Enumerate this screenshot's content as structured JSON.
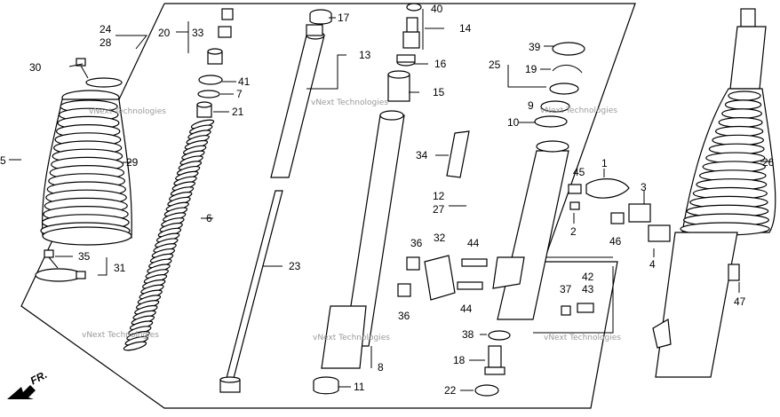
{
  "diagram": {
    "part_numbers": [
      "1",
      "2",
      "3",
      "4",
      "5",
      "6",
      "7",
      "8",
      "9",
      "10",
      "11",
      "12",
      "13",
      "14",
      "15",
      "16",
      "17",
      "18",
      "19",
      "20",
      "21",
      "22",
      "23",
      "24",
      "25",
      "26",
      "27",
      "28",
      "29",
      "30",
      "31",
      "32",
      "33",
      "34",
      "35",
      "36",
      "37",
      "38",
      "39",
      "40",
      "41",
      "42",
      "43",
      "44",
      "45",
      "46",
      "47"
    ],
    "labels": {
      "p5": "5",
      "p24": "24",
      "p28": "28",
      "p20": "20",
      "p33": "33",
      "p30": "30",
      "p41": "41",
      "p7": "7",
      "p21": "21",
      "p29": "29",
      "p6": "6",
      "p35": "35",
      "p31": "31",
      "p17": "17",
      "p13": "13",
      "p23": "23",
      "p40": "40",
      "p14": "14",
      "p16": "16",
      "p15": "15",
      "p34": "34",
      "p12": "12",
      "p27": "27",
      "p8": "8",
      "p11": "11",
      "p39": "39",
      "p25": "25",
      "p19": "19",
      "p9": "9",
      "p10": "10",
      "p45": "45",
      "p1": "1",
      "p3": "3",
      "p2": "2",
      "p46": "46",
      "p4": "4",
      "p26": "26",
      "p36a": "36",
      "p36b": "36",
      "p32": "32",
      "p44a": "44",
      "p44b": "44",
      "p37": "37",
      "p42": "42",
      "p43": "43",
      "p38": "38",
      "p18": "18",
      "p22": "22",
      "p47": "47"
    },
    "watermark": "vNext Technologies",
    "direction_label": "FR."
  }
}
